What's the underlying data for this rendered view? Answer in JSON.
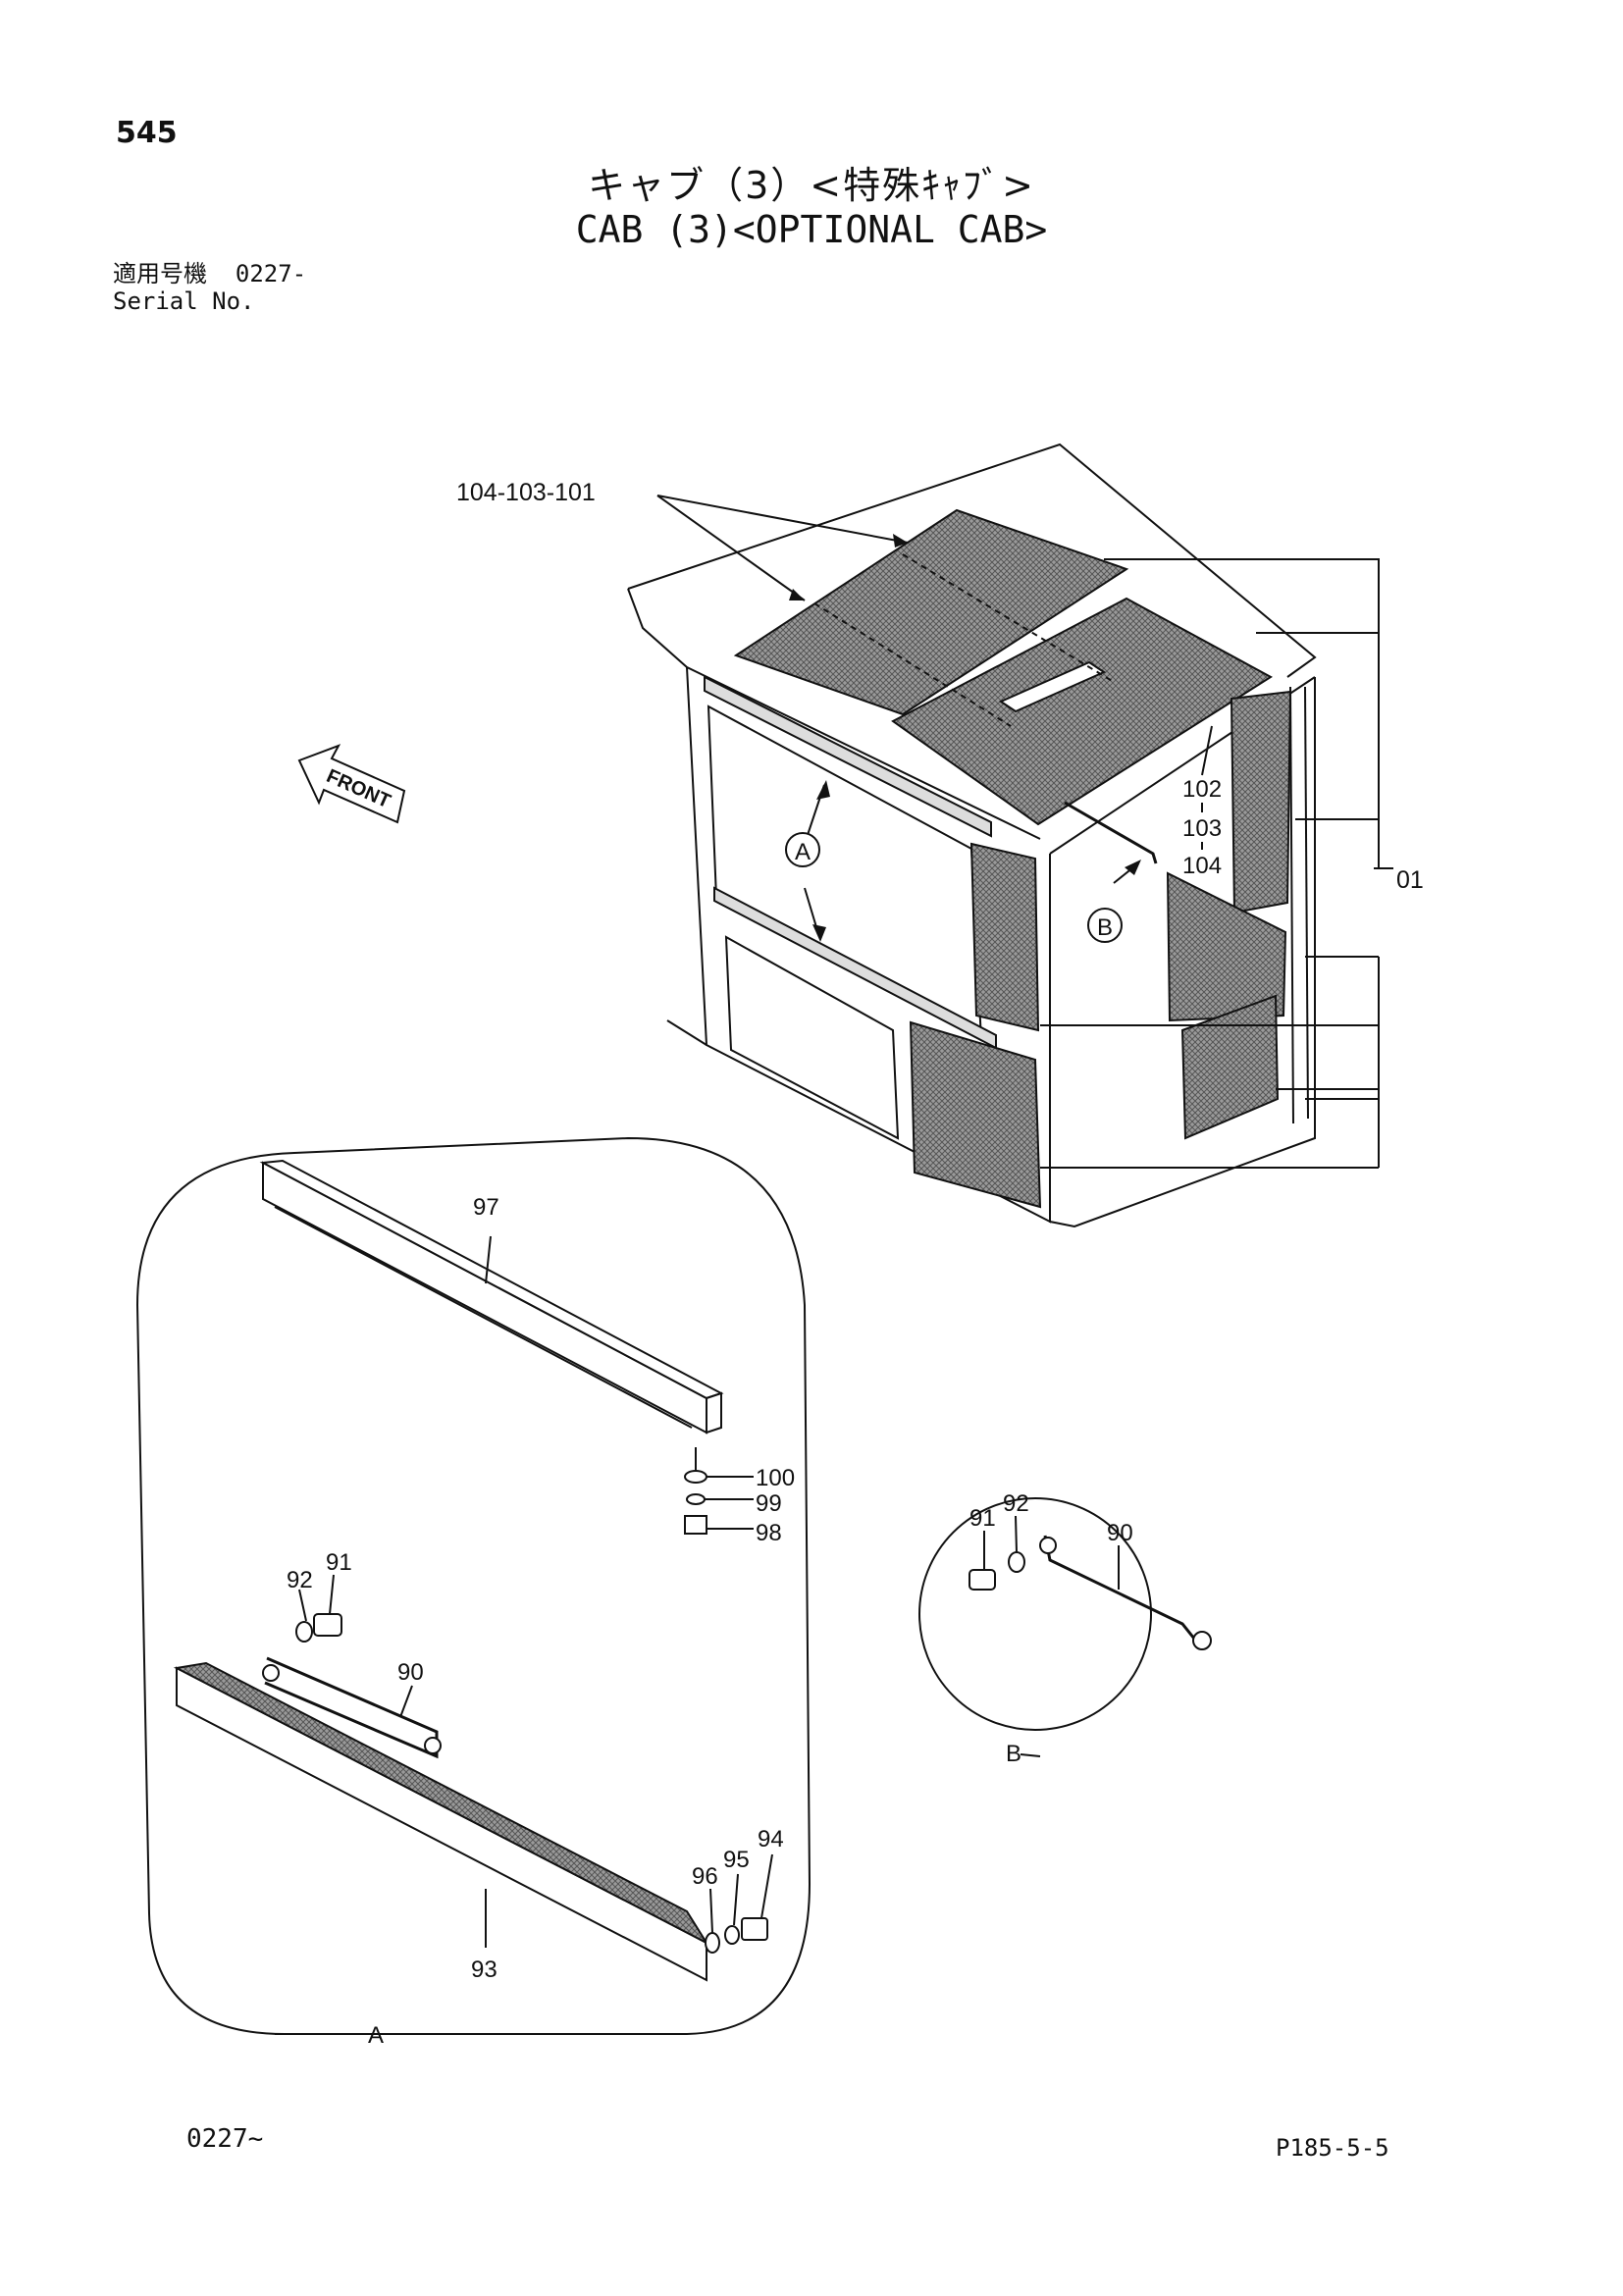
{
  "page_number": "545",
  "title_jp": "キャブ（3）<特殊ｷｬﾌﾞ>",
  "title_en": "CAB (3)<OPTIONAL CAB>",
  "serial_label_jp": "適用号機",
  "serial_value": "0227-",
  "serial_label_en": "Serial No.",
  "front_label": "FRONT",
  "callouts": {
    "top_triplet": "104-103-101",
    "stack_102": "102",
    "stack_103": "103",
    "stack_104": "104",
    "main_01": "01",
    "detail_a_marker": "A",
    "detail_b_marker": "B",
    "p97": "97",
    "p100": "100",
    "p99": "99",
    "p98": "98",
    "p92a": "92",
    "p91a": "91",
    "p90a": "90",
    "p96": "96",
    "p95": "95",
    "p94": "94",
    "p93": "93",
    "p91b": "91",
    "p92b": "92",
    "p90b": "90",
    "detail_a_label": "A",
    "detail_b_label": "B"
  },
  "footer_left": "0227~",
  "footer_right": "P185-5-5"
}
